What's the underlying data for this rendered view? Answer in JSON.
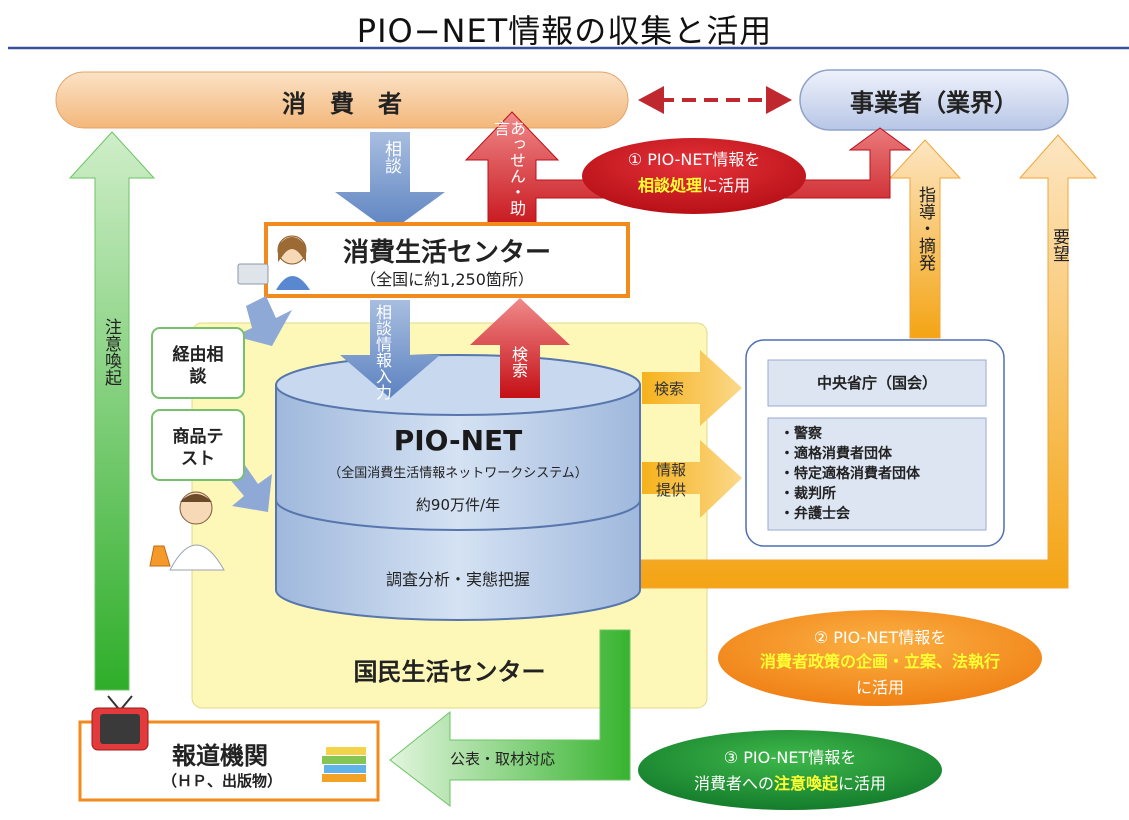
{
  "title": "PIO−NET情報の収集と活用",
  "consumer": "消　費　者",
  "business": "事業者（業界）",
  "center": {
    "name": "消費生活センター",
    "sub": "（全国に約1,250箇所）"
  },
  "arrows": {
    "soudan": "相談",
    "assen": "あっせん・助言",
    "soudan_input": "相談情報入力",
    "kensaku_up": "検索",
    "kensaku_right": "検索",
    "joho_teikyo": "情報提供",
    "shido": "指導・摘発",
    "yobo": "要望",
    "chui": "注意喚起",
    "kohyo": "公表・取材対応"
  },
  "keiyu": "経由相談",
  "shohin": "商品テスト",
  "pionet": {
    "name": "PIO-NET",
    "sub": "（全国消費生活情報ネットワークシステム）",
    "count": "約90万件/年",
    "analysis": "調査分析・実態把握"
  },
  "kokumin": "国民生活センター",
  "gov": {
    "title": "中央省庁（国会）",
    "items": [
      "・警察",
      "・適格消費者団体",
      "・特定適格消費者団体",
      "・裁判所",
      "・弁護士会"
    ]
  },
  "bubbles": {
    "b1_line1": "① PIO-NET情報を",
    "b1_hl": "相談処理",
    "b1_tail": "に活用",
    "b2_line1": "② PIO-NET情報を",
    "b2_hl": "消費者政策の企画・立案、法執行",
    "b2_line3": "に活用",
    "b3_line1": "③ PIO-NET情報を",
    "b3_pre": "消費者への",
    "b3_hl": "注意喚起",
    "b3_tail": "に活用"
  },
  "media": {
    "name": "報道機関",
    "sub": "（ＨＰ、出版物）"
  },
  "colors": {
    "highlight": "#ffff33",
    "orange_border": "#f28a1e",
    "red_arrow": "#d2141c",
    "green_arrow": "#3db834",
    "yellow_bg": "#fdf8b8"
  }
}
